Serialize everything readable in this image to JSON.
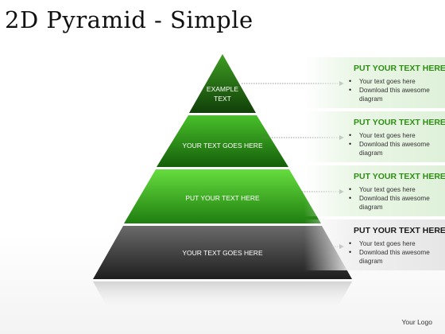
{
  "title": "2D Pyramid - Simple",
  "colors": {
    "green": "#2f8f14",
    "dark_green": "#1e5c10",
    "grey": "#3a3a3a"
  },
  "tiers": [
    {
      "label": "EXAMPLE TEXT"
    },
    {
      "label": "YOUR TEXT GOES HERE"
    },
    {
      "label": "PUT YOUR TEXT HERE"
    },
    {
      "label": "YOUR TEXT GOES HERE"
    }
  ],
  "panels": [
    {
      "title": "PUT YOUR TEXT HERE",
      "bullets": [
        "Your text goes here",
        "Download this awesome diagram"
      ]
    },
    {
      "title": "PUT YOUR TEXT HERE",
      "bullets": [
        "Your text goes here",
        "Download this awesome diagram"
      ]
    },
    {
      "title": "PUT YOUR TEXT HERE",
      "bullets": [
        "Your text goes here",
        "Download this awesome diagram"
      ]
    },
    {
      "title": "PUT YOUR TEXT HERE",
      "bullets": [
        "Your text goes here",
        "Download this awesome diagram"
      ]
    }
  ],
  "logo": "Your Logo"
}
